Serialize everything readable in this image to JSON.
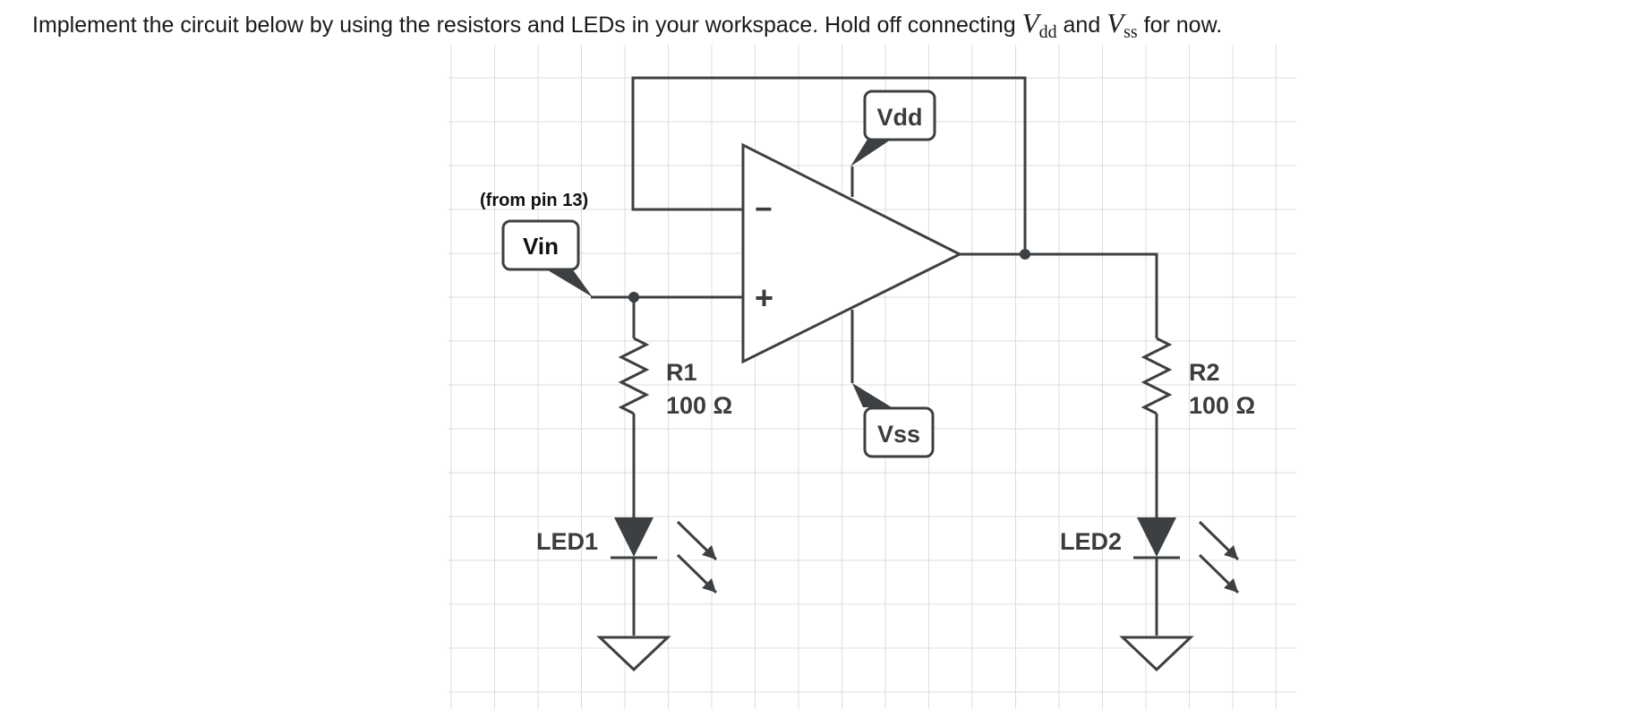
{
  "instruction": {
    "before": "Implement the circuit below by using the resistors and LEDs in your workspace. Hold off connecting ",
    "vdd_var": "V",
    "vdd_sub": "dd",
    "middle": " and ",
    "vss_var": "V",
    "vss_sub": "ss",
    "after": " for now."
  },
  "diagram": {
    "input_note": "(from pin 13)",
    "input_label": "Vin",
    "supply_pos_label": "Vdd",
    "supply_neg_label": "Vss",
    "opamp_minus": "−",
    "opamp_plus": "+",
    "r1_name": "R1",
    "r1_value": "100 Ω",
    "r2_name": "R2",
    "r2_value": "100 Ω",
    "led1_label": "LED1",
    "led2_label": "LED2",
    "colors": {
      "wire": "#3c4043",
      "grid": "#dcdcdc",
      "label_border": "#3c4043"
    }
  }
}
